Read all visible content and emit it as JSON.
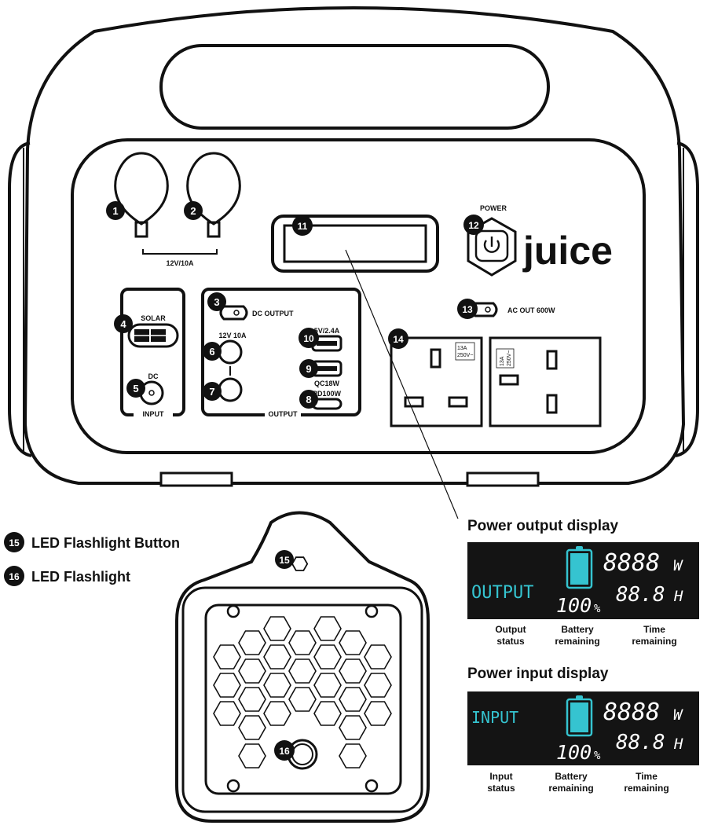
{
  "brand": "juice",
  "colors": {
    "display_bg": "#141414",
    "accent": "#35c4d0",
    "ink": "#111111"
  },
  "top_labels": {
    "power": "POWER",
    "twelve_v_10a": "12V/10A",
    "solar": "SOLAR",
    "dc": "DC",
    "input": "INPUT",
    "dc_output": "DC OUTPUT",
    "twelve_v_10a_small": "12V 10A",
    "usb_5v": "5V/2.4A",
    "usb_qc": "QC18W",
    "usb_pd": "PD100W",
    "output": "OUTPUT",
    "ac_out": "AC OUT 600W",
    "socket_rating_1": "13A",
    "socket_rating_2": "250V~"
  },
  "callouts": [
    "1",
    "2",
    "3",
    "4",
    "5",
    "6",
    "7",
    "8",
    "9",
    "10",
    "11",
    "12",
    "13",
    "14",
    "15",
    "16"
  ],
  "legend": [
    {
      "num": "15",
      "text": "LED Flashlight Button"
    },
    {
      "num": "16",
      "text": "LED Flashlight"
    }
  ],
  "output_display": {
    "heading": "Power output display",
    "status": "OUTPUT",
    "watts": "8888",
    "watts_unit": "W",
    "hours": "88.8",
    "hours_unit": "H",
    "percent": "100",
    "percent_unit": "%",
    "captions": [
      [
        "Output",
        "status"
      ],
      [
        "Battery",
        "remaining"
      ],
      [
        "Time",
        "remaining"
      ]
    ]
  },
  "input_display": {
    "heading": "Power input display",
    "status": "INPUT",
    "watts": "8888",
    "watts_unit": "W",
    "hours": "88.8",
    "hours_unit": "H",
    "percent": "100",
    "percent_unit": "%",
    "captions": [
      [
        "Input",
        "status"
      ],
      [
        "Battery",
        "remaining"
      ],
      [
        "Time",
        "remaining"
      ]
    ]
  }
}
